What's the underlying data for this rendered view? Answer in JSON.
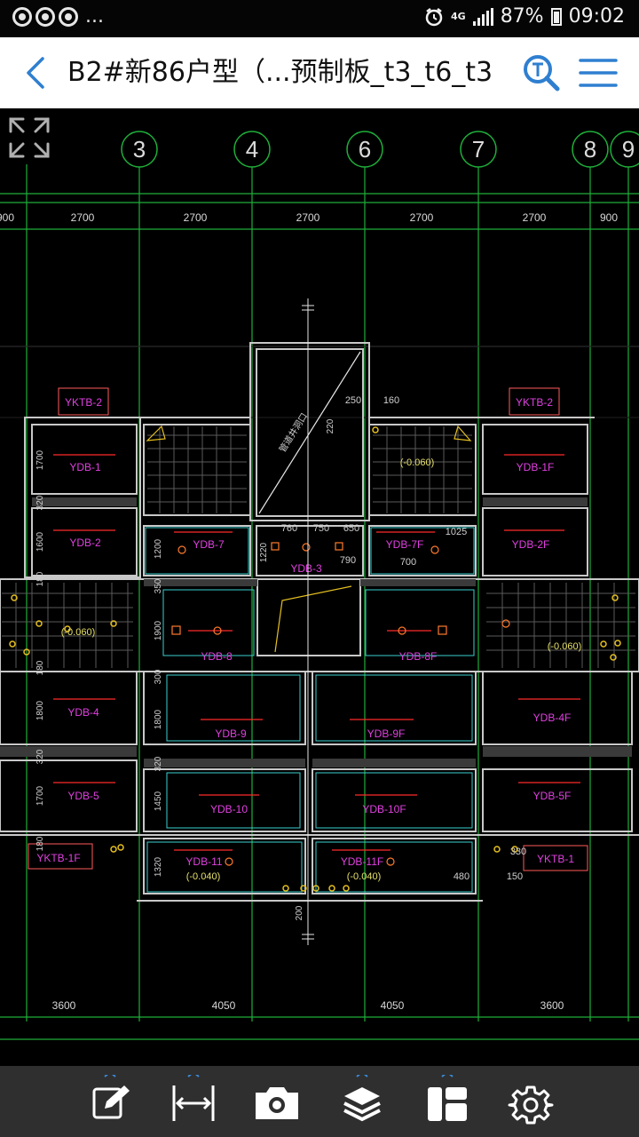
{
  "status_bar": {
    "notification_icons": [
      "app-ring-icon",
      "app-ring-icon",
      "app-ring-icon"
    ],
    "more_indicator": "...",
    "alarm_icon": "alarm-icon",
    "network": "4G",
    "battery": "87%",
    "time": "09:02"
  },
  "header": {
    "back_icon": "chevron-left-icon",
    "title": "B2#新86户型（...预制板_t3_t6_t3",
    "search_icon": "text-search-icon",
    "menu_icon": "hamburger-icon",
    "accent_color": "#2f7fd0"
  },
  "drawing": {
    "grid_axes": [
      "3",
      "4",
      "6",
      "7",
      "8",
      "9"
    ],
    "top_dimensions": [
      "900",
      "2700",
      "2700",
      "2700",
      "2700",
      "2700",
      "900"
    ],
    "bottom_dimensions": [
      "3600",
      "4050",
      "4050",
      "3600"
    ],
    "room_labels": [
      "YKTB-2",
      "YKTB-2",
      "YDB-1",
      "YDB-1F",
      "YDB-2",
      "YDB-7",
      "YDB-3",
      "YDB-7F",
      "YDB-2F",
      "YDB-8",
      "YDB-8F",
      "YDB-4",
      "YDB-9",
      "YDB-9F",
      "YDB-4F",
      "YDB-5",
      "YDB-10",
      "YDB-10F",
      "YDB-5F",
      "YKTB-1F",
      "YDB-11",
      "YDB-11F",
      "YKTB-1"
    ],
    "level_labels": [
      "(-0.060)",
      "(-0.060)",
      "(-0.060)",
      "(-0.040)",
      "(-0.040)"
    ],
    "side_dimensions": [
      "1700",
      "320",
      "1600",
      "180",
      "350",
      "1900",
      "180",
      "1800",
      "320",
      "1700",
      "180",
      "1200",
      "1220",
      "1800",
      "320",
      "1450",
      "1320",
      "300",
      "200",
      "220"
    ],
    "misc_dimensions": [
      "250",
      "160",
      "760",
      "750",
      "650",
      "1025",
      "700",
      "790",
      "480",
      "150",
      "330"
    ],
    "shaft_note": "管道井洞口",
    "colors": {
      "grid": "#1fae3a",
      "wall": "#c8c8c8",
      "magenta": "#e040e0",
      "red": "#ff2b2b",
      "yellow": "#e6c020",
      "cyan": "#3ad0d0",
      "gray_dim": "#bdbdbd"
    }
  },
  "overlay": {
    "fullscreen_icon": "expand-arrows-icon"
  },
  "toolbar": {
    "items": [
      {
        "icon": "edit-note-icon"
      },
      {
        "icon": "measure-icon"
      },
      {
        "icon": "camera-icon"
      },
      {
        "icon": "layers-icon"
      },
      {
        "icon": "layout-icon"
      },
      {
        "icon": "settings-gear-icon"
      }
    ]
  }
}
